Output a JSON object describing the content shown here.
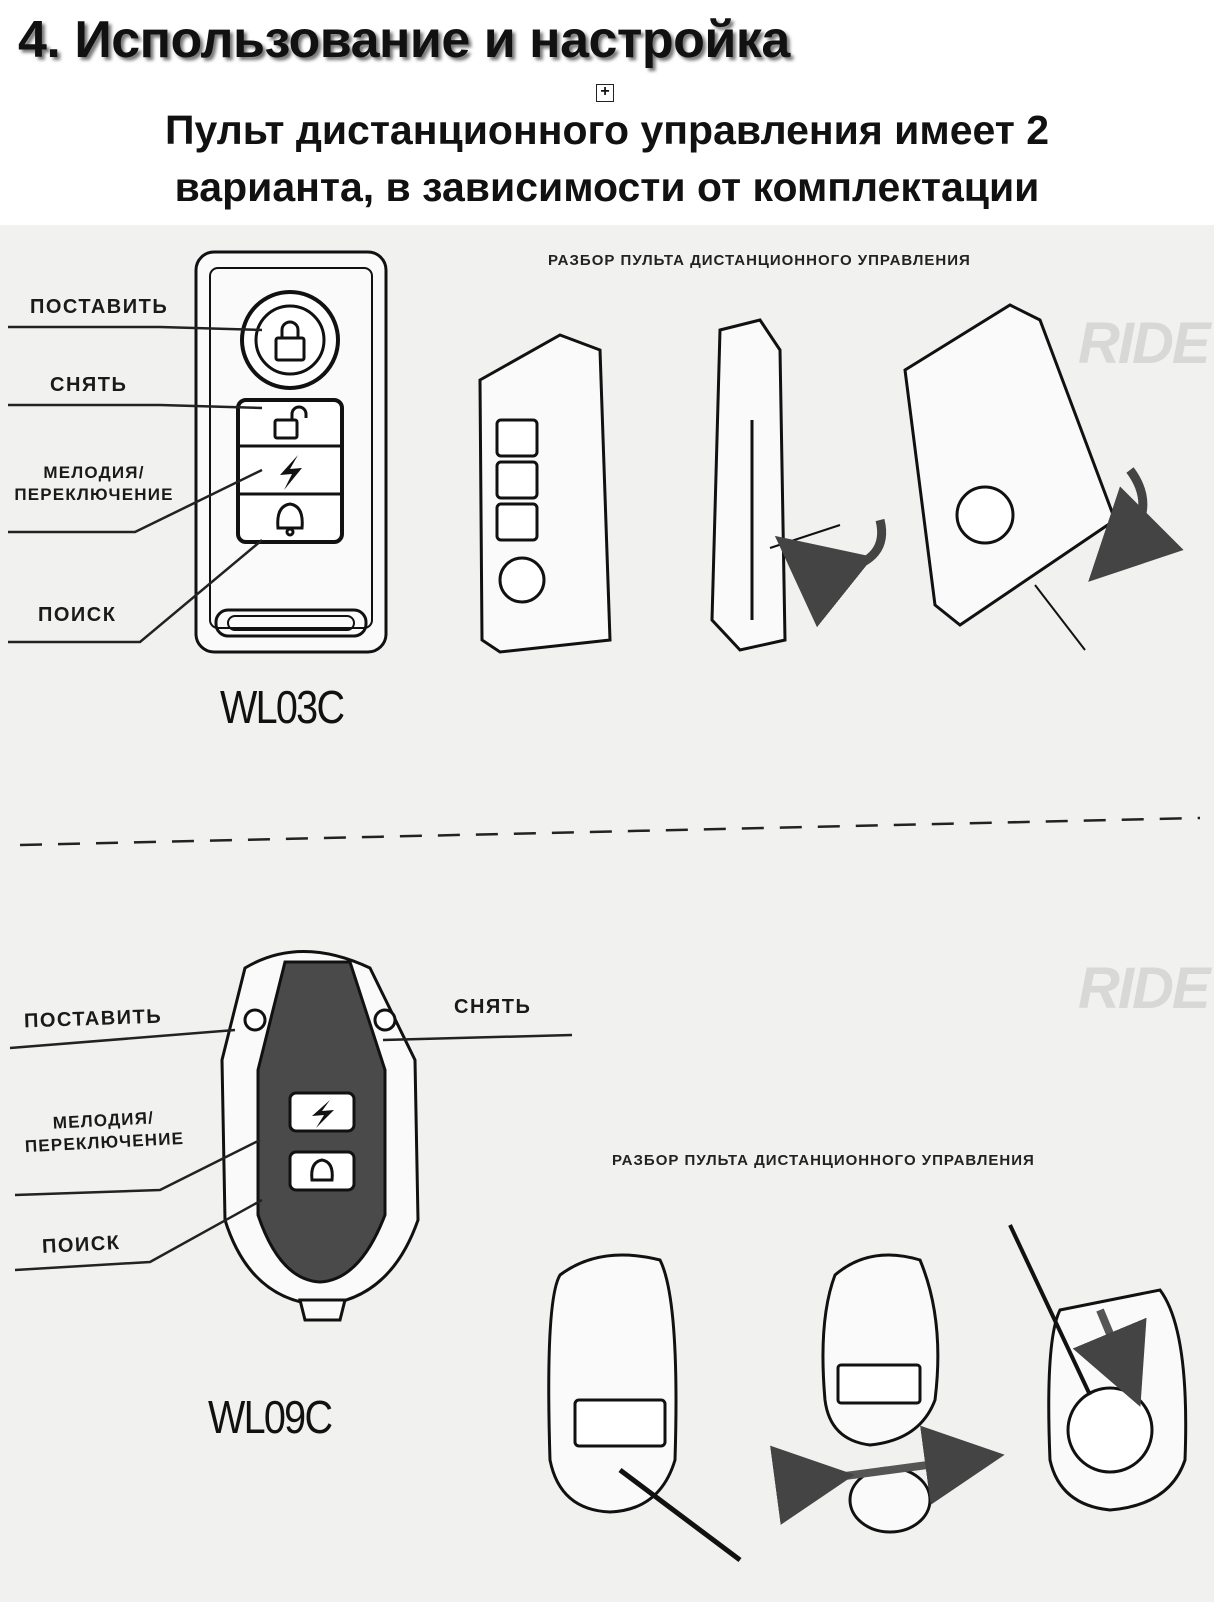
{
  "page": {
    "title": "4. Использование и настройка",
    "subtitle": "Пульт дистанционного управления имеет 2 варианта, в зависимости от комплектации"
  },
  "remote_wl03c": {
    "model": "WL03C",
    "heading": "РАЗБОР ПУЛЬТА ДИСТАНЦИОННОГО УПРАВЛЕНИЯ",
    "labels": {
      "arm": "ПОСТАВИТЬ",
      "disarm": "СНЯТЬ",
      "melody_line1": "МЕЛОДИЯ/",
      "melody_line2": "ПЕРЕКЛЮЧЕНИЕ",
      "search": "ПОИСК"
    },
    "watermark": "RIDE"
  },
  "remote_wl09c": {
    "model": "WL09C",
    "heading": "РАЗБОР ПУЛЬТА ДИСТАНЦИОННОГО УПРАВЛЕНИЯ",
    "labels": {
      "arm": "ПОСТАВИТЬ",
      "disarm": "СНЯТЬ",
      "melody_line1": "МЕЛОДИЯ/",
      "melody_line2": "ПЕРЕКЛЮЧЕНИЕ",
      "search": "ПОИСК"
    },
    "watermark": "RIDE"
  },
  "icons": [
    "lock-closed-icon",
    "lock-open-icon",
    "lightning-icon",
    "bell-icon",
    "music-note-icon",
    "arrow-icon",
    "plus-square-icon"
  ]
}
